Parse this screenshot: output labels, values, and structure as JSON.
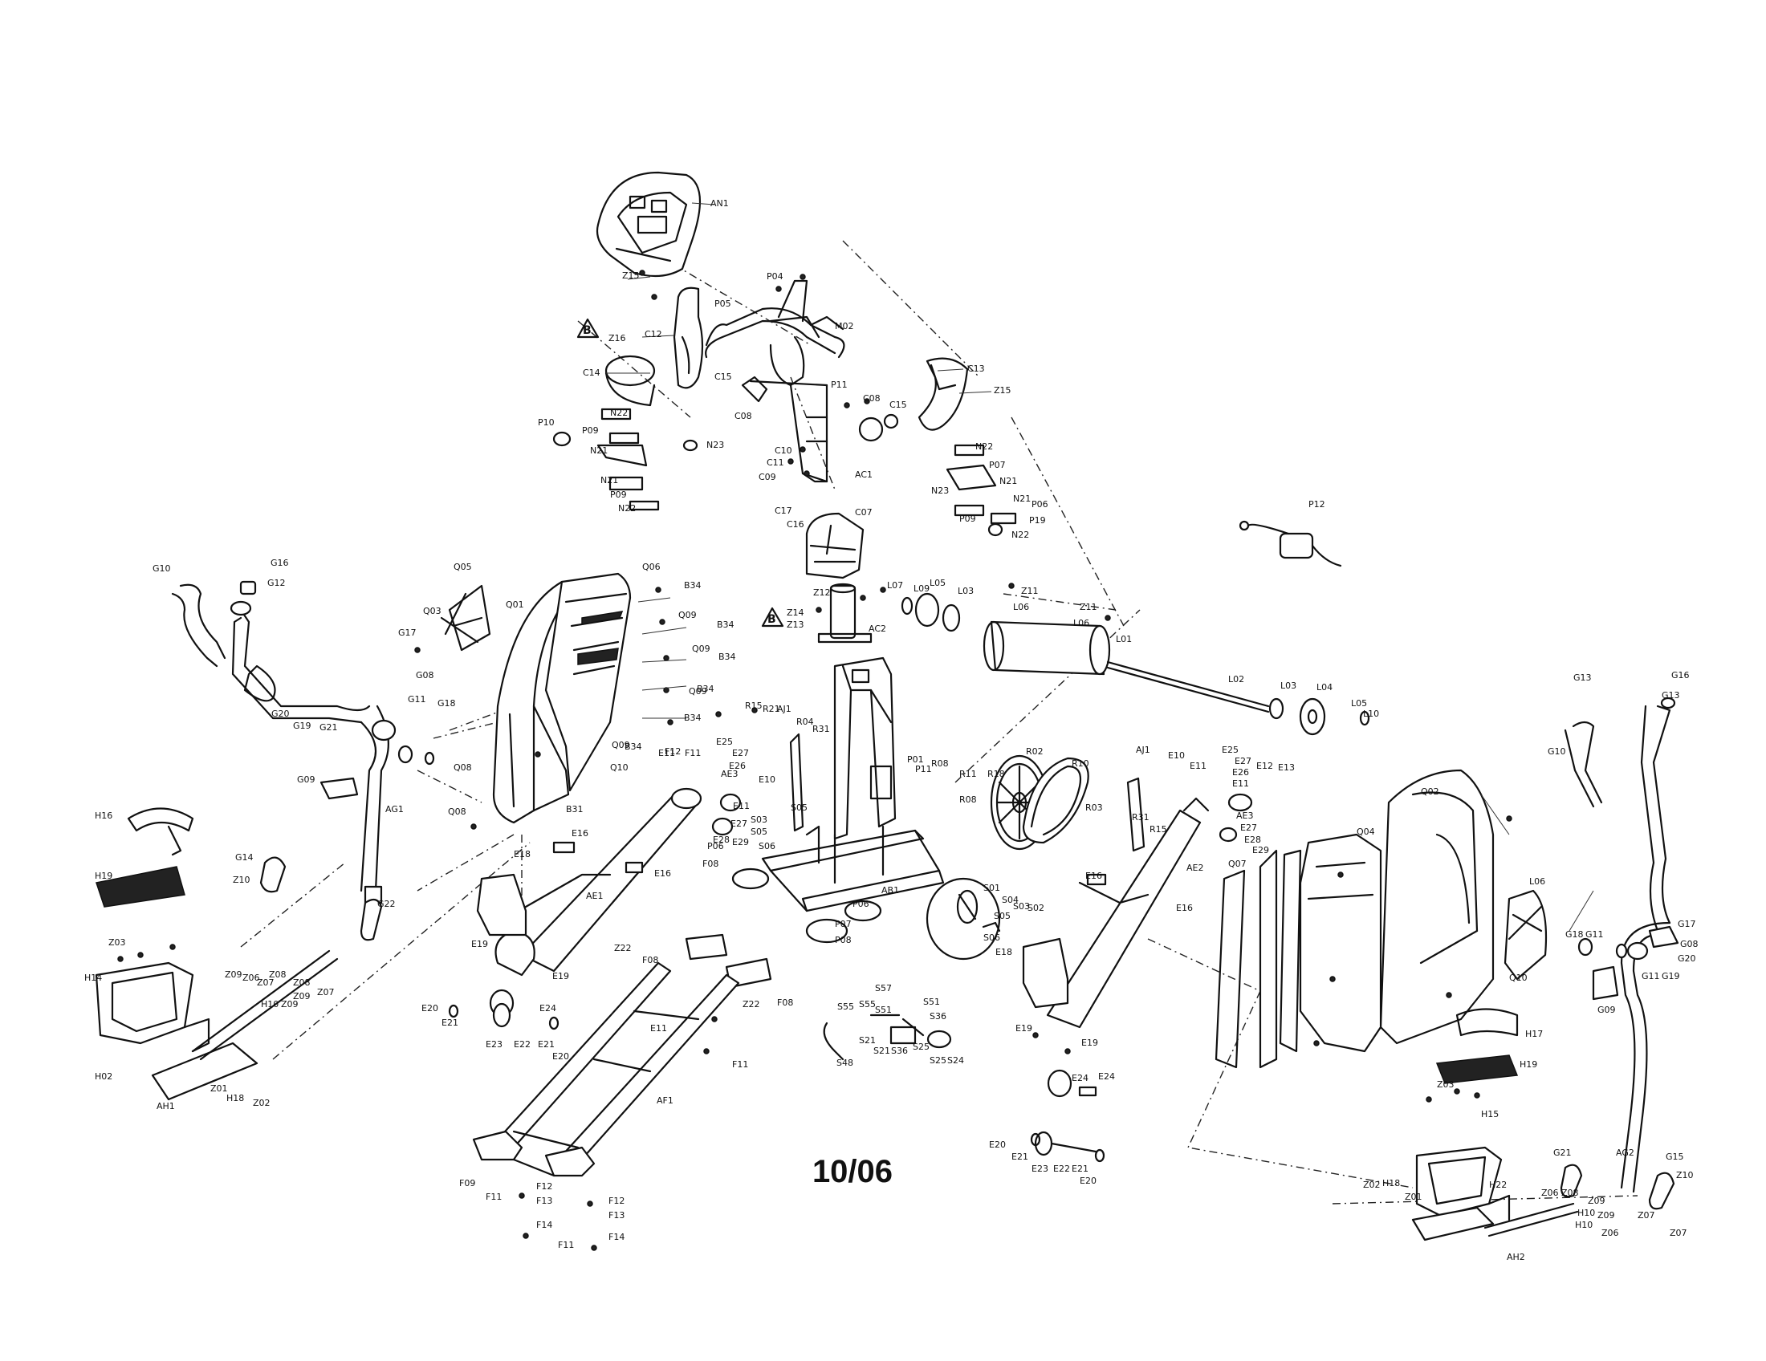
{
  "page": {
    "date_code": "10/06"
  },
  "markers": {
    "b_left": "B",
    "b_center": "B"
  },
  "labels": {
    "an1": "AN1",
    "c12": "C12",
    "c13": "C13",
    "c14": "C14",
    "c15": "C15",
    "c11": "C11",
    "c10": "C10",
    "c09": "C09",
    "c07": "C07",
    "c16": "C16",
    "c17": "C17",
    "c08": "C08",
    "ac1": "AC1",
    "ac2": "AC2",
    "m02": "M02",
    "p04": "P04",
    "p05": "P05",
    "z15": "Z15",
    "z15b": "Z15",
    "z16": "Z16",
    "z12": "Z12",
    "z13": "Z13",
    "z14": "Z14",
    "n22": "N22",
    "n21": "N21",
    "n23": "N23",
    "p10": "P10",
    "p09": "P09",
    "n23b": "N23",
    "n22b": "N22",
    "n21b": "N21",
    "n23c": "N23",
    "n21c": "N21",
    "p06": "P06",
    "p19": "P19",
    "p12": "P12",
    "p11": "P11",
    "b34": "B34",
    "b34b": "B34",
    "b34c": "B34",
    "b34d": "B34",
    "q05": "Q05",
    "q06": "Q06",
    "q03": "Q03",
    "q01": "Q01",
    "q08": "Q08",
    "q09": "Q09",
    "q02": "Q02",
    "q04": "Q04",
    "q07": "Q07",
    "q10": "Q10",
    "g10": "G10",
    "g16": "G16",
    "g12": "G12",
    "g17": "G17",
    "g08": "G08",
    "g11": "G11",
    "g18": "G18",
    "g20": "G20",
    "g19": "G19",
    "g21": "G21",
    "g09": "G09",
    "g14": "G14",
    "g22": "G22",
    "g15": "G15",
    "g13": "G13",
    "ag1": "AG1",
    "ag2": "AG2",
    "h16": "H16",
    "h19": "H19",
    "h14": "H14",
    "h10": "H10",
    "h02": "H02",
    "h18": "H18",
    "h17": "H17",
    "h22": "H22",
    "h15": "H15",
    "ah1": "AH1",
    "ah2": "AH2",
    "z03": "Z03",
    "z09": "Z09",
    "z06": "Z06",
    "z07": "Z07",
    "z08": "Z08",
    "z01": "Z01",
    "z02": "Z02",
    "z10": "Z10",
    "z10b": "Z10",
    "z11": "Z11",
    "z11b": "Z11",
    "z22": "Z22",
    "z22b": "Z22",
    "e16": "E16",
    "e16b": "E16",
    "e18": "E18",
    "e19": "E19",
    "e24": "E24",
    "e21": "E21",
    "e22": "E22",
    "e23": "E23",
    "e20": "E20",
    "ae1": "AE1",
    "ae2": "AE2",
    "ae3": "AE3",
    "e25": "E25",
    "e27": "E27",
    "e26": "E26",
    "e28": "E28",
    "e29": "E29",
    "e11": "E11",
    "e12": "E12",
    "e13": "E13",
    "e10": "E10",
    "af1": "AF1",
    "f08": "F08",
    "f11": "F11",
    "f12": "F12",
    "f13": "F13",
    "f14": "F14",
    "f09": "F09",
    "r15": "R15",
    "r21": "R21",
    "aj1": "AJ1",
    "r04": "R04",
    "r31": "R31",
    "r03": "R03",
    "r02": "R02",
    "r10": "R10",
    "r18": "R18",
    "r11": "R11",
    "r08": "R08",
    "p01": "P01",
    "p06b": "P06",
    "p07": "P07",
    "p08": "P08",
    "p09b": "P09",
    "ab1": "AB1",
    "s01": "S01",
    "s04": "S04",
    "s05": "S05",
    "s02": "S02",
    "s06": "S06",
    "s03": "S03",
    "s48": "S48",
    "s57": "S57",
    "s55": "S55",
    "s51": "S51",
    "s36": "S36",
    "s25": "S25",
    "s24": "S24",
    "s21": "S21",
    "l01": "L01",
    "l02": "L02",
    "l03": "L03",
    "l04": "L04",
    "l05": "L05",
    "l06": "L06",
    "l07": "L07",
    "l09": "L09",
    "l10": "L10",
    "l06b": "L06",
    "b31": "B31",
    "e11b": "E11"
  }
}
